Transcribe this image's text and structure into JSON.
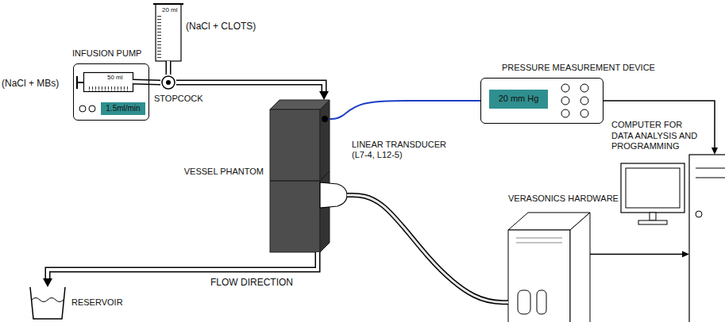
{
  "diagram": {
    "nodes": [
      {
        "text": [
          "INFUSION PUMP"
        ]
      },
      {
        "text": [
          "1.5ml/min"
        ],
        "in": 0
      },
      {
        "text": [
          "50 ml"
        ],
        "in": 0
      },
      {
        "text": [
          "20 ml"
        ]
      },
      {
        "text": [
          "STOPCOCK"
        ]
      },
      {
        "text": [
          "VESSEL PHANTOM"
        ]
      },
      {
        "text": [
          "LINEAR TRANSDUCER (L7-4, L12-5)"
        ]
      },
      {
        "text": [
          "PRESSURE MEASUREMENT DEVICE"
        ]
      },
      {
        "text": [
          "20 mm Hg"
        ],
        "in": 7
      },
      {
        "text": [
          "VERASONICS HARDWARE"
        ]
      },
      {
        "text": [
          "COMPUTER FOR DATA ANALYSIS AND PROGRAMMING"
        ]
      },
      {
        "text": [
          "RESERVOIR"
        ]
      }
    ],
    "edges": [
      {
        "from": 2,
        "to": 4,
        "arrow": "none"
      },
      {
        "from": 3,
        "to": 4,
        "arrow": "none"
      },
      {
        "from": 4,
        "to": 5,
        "arrow": "to"
      },
      {
        "from": 7,
        "to": 5,
        "arrow": "none"
      },
      {
        "from": 6,
        "to": 9,
        "arrow": "none"
      },
      {
        "from": 5,
        "to": 11,
        "arrow": "to"
      },
      {
        "from": 7,
        "to": 10,
        "arrow": "to"
      },
      {
        "from": 9,
        "to": 10,
        "arrow": "to"
      }
    ],
    "labels": [
      "(NaCl + MBs)",
      "(NaCl + CLOTS)",
      "FLOW DIRECTION"
    ]
  }
}
